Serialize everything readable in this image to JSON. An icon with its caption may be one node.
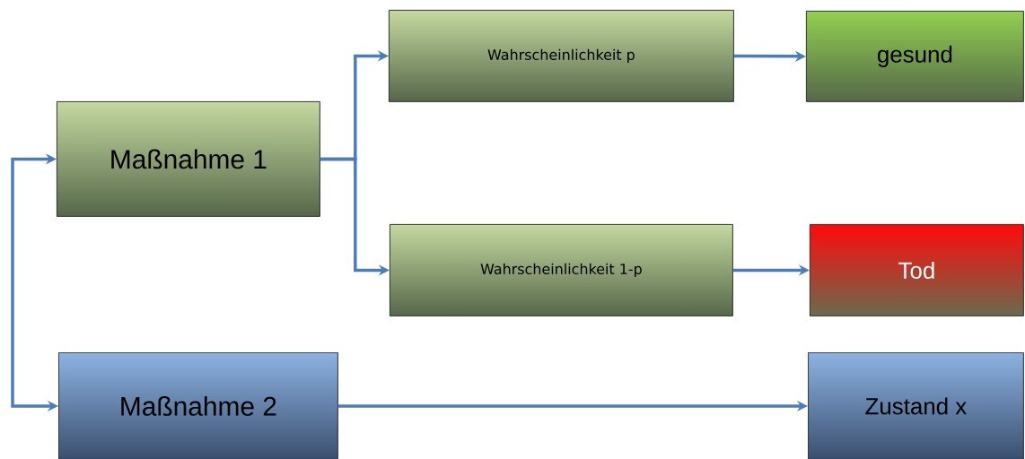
{
  "diagram": {
    "nodes": [
      {
        "text": [
          "Maßnahme 1"
        ]
      },
      {
        "text": [
          "Wahrscheinlichkeit p"
        ]
      },
      {
        "text": [
          "gesund"
        ]
      },
      {
        "text": [
          "Wahrscheinlichkeit 1-p"
        ]
      },
      {
        "text": [
          "Tod"
        ]
      },
      {
        "text": [
          "Maßnahme 2"
        ]
      },
      {
        "text": [
          "Zustand x"
        ]
      }
    ],
    "edges": [
      {
        "from": null,
        "to": 0,
        "arrow": "to"
      },
      {
        "from": null,
        "to": 5,
        "arrow": "to"
      },
      {
        "from": 0,
        "to": 1,
        "arrow": "to"
      },
      {
        "from": 0,
        "to": 3,
        "arrow": "to"
      },
      {
        "from": 1,
        "to": 2,
        "arrow": "to"
      },
      {
        "from": 3,
        "to": 4,
        "arrow": "to"
      },
      {
        "from": 5,
        "to": 6,
        "arrow": "to"
      }
    ]
  }
}
